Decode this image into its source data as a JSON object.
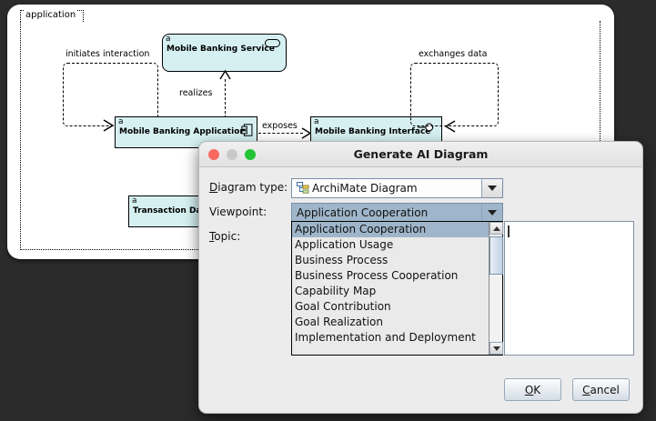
{
  "canvas": {
    "group_label": "application",
    "elements": [
      {
        "stereotype": "a",
        "name": "Mobile Banking Service",
        "icon": "rounded-service-icon"
      },
      {
        "stereotype": "a",
        "name": "Mobile Banking Application",
        "icon": "component-icon"
      },
      {
        "stereotype": "a",
        "name": "Mobile Banking Interface",
        "icon": "lollipop-interface-icon"
      },
      {
        "stereotype": "a",
        "name": "Transaction Data",
        "icon": "none"
      }
    ],
    "relationship_labels": [
      "initiates interaction",
      "realizes",
      "exposes",
      "exchanges data"
    ]
  },
  "dialog": {
    "title": "Generate AI Diagram",
    "window_controls": [
      "close",
      "minimize",
      "zoom"
    ],
    "fields": {
      "diagram_type": {
        "label": "Diagram type:",
        "mnemonic": "D",
        "value": "ArchiMate Diagram",
        "icon": "archimate-diagram-icon"
      },
      "viewpoint": {
        "label": "Viewpoint:",
        "mnemonic": "",
        "value": "Application Cooperation"
      },
      "topic": {
        "label": "Topic:",
        "mnemonic": "T",
        "value": ""
      }
    },
    "viewpoint_options": [
      "Application Cooperation",
      "Application Usage",
      "Business Process",
      "Business Process Cooperation",
      "Capability Map",
      "Goal Contribution",
      "Goal Realization",
      "Implementation and Deployment"
    ],
    "selected_option": "Application Cooperation",
    "buttons": {
      "ok": "OK",
      "ok_mnemonic": "O",
      "cancel": "Cancel",
      "cancel_mnemonic": "C"
    }
  },
  "colors": {
    "element_fill": "#d6f0f2",
    "selection": "#9fb6ca",
    "dialog_bg": "#ececec",
    "backdrop": "#2b2b2b"
  }
}
